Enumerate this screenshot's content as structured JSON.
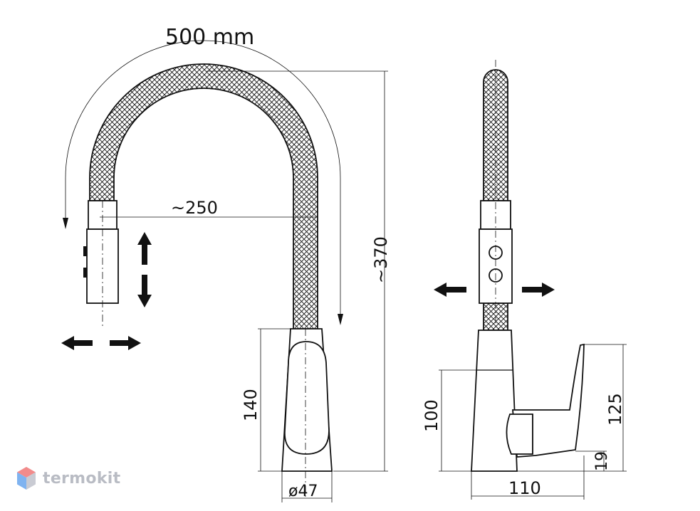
{
  "dimensions": {
    "arc_length": "500  mm",
    "reach": "~250",
    "height_total": "~370",
    "body_height": "140",
    "body_diameter": "ø47",
    "side_height": "100",
    "handle_height": "125",
    "base_height": "19",
    "side_depth": "110"
  },
  "logo": {
    "text": "termokit",
    "icon": "hexagon-cube-icon",
    "colors": [
      "#f28b8b",
      "#7fb3f0",
      "#c9cbd3"
    ]
  },
  "colors": {
    "line": "#111111",
    "background": "#ffffff"
  }
}
